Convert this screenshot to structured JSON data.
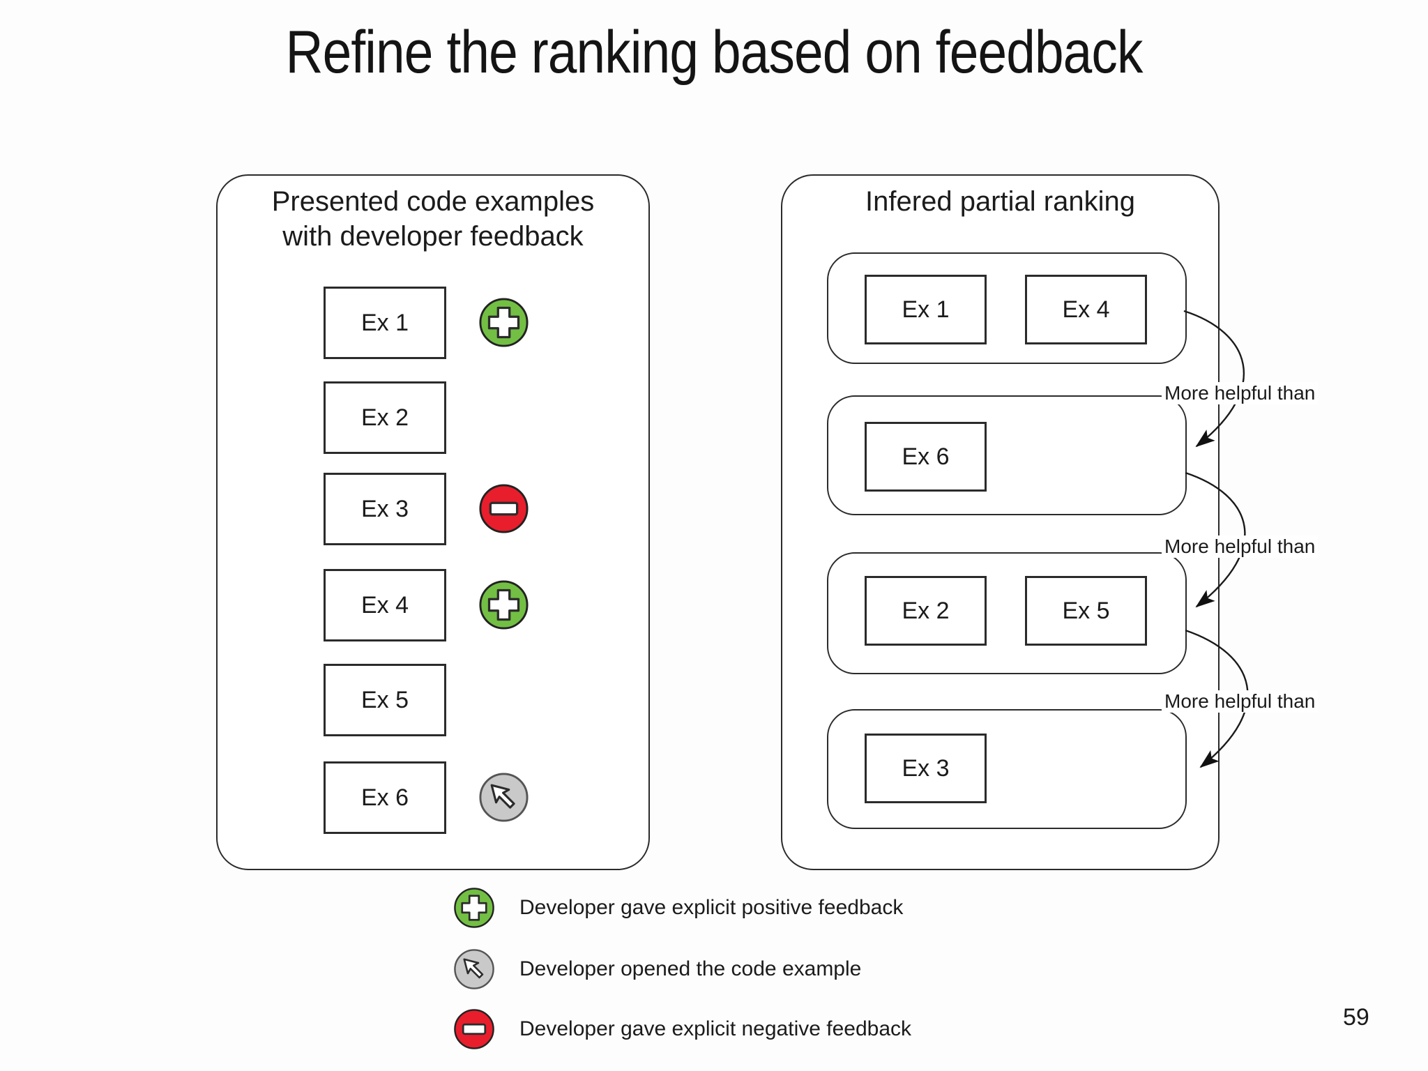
{
  "slide": {
    "title": "Refine the ranking based on feedback",
    "page_number": "59"
  },
  "left_panel": {
    "header_line1": "Presented code examples",
    "header_line2": "with developer feedback",
    "items": [
      {
        "label": "Ex 1",
        "feedback": "positive"
      },
      {
        "label": "Ex 2",
        "feedback": "none"
      },
      {
        "label": "Ex 3",
        "feedback": "negative"
      },
      {
        "label": "Ex 4",
        "feedback": "positive"
      },
      {
        "label": "Ex 5",
        "feedback": "none"
      },
      {
        "label": "Ex 6",
        "feedback": "opened"
      }
    ]
  },
  "right_panel": {
    "header": "Infered partial ranking",
    "groups": [
      {
        "items": [
          "Ex 1",
          "Ex 4"
        ]
      },
      {
        "items": [
          "Ex 6"
        ]
      },
      {
        "items": [
          "Ex 2",
          "Ex 5"
        ]
      },
      {
        "items": [
          "Ex 3"
        ]
      }
    ],
    "arrow_label": "More helpful than"
  },
  "legend": [
    {
      "icon": "plus-circle-icon",
      "text": "Developer gave explicit positive feedback"
    },
    {
      "icon": "cursor-circle-icon",
      "text": "Developer opened the code example"
    },
    {
      "icon": "minus-circle-icon",
      "text": "Developer gave explicit negative feedback"
    }
  ],
  "colors": {
    "positive": "#72BF44",
    "negative": "#E81E2C",
    "opened": "#C9C9C9",
    "line": "#1a1a1a"
  }
}
